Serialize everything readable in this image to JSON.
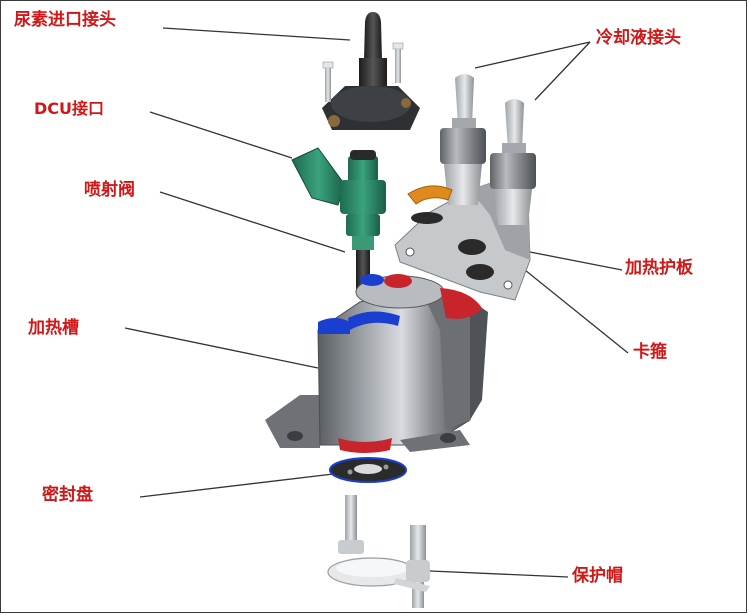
{
  "labels": {
    "urea_inlet_connector": "尿素进口接头",
    "dcu_connector": "DCU接口",
    "injection_valve": "喷射阀",
    "heating_tank": "加热槽",
    "seal_disc": "密封盘",
    "coolant_connector": "冷却液接头",
    "heating_guard_plate": "加热护板",
    "clip": "卡箍",
    "protective_cap": "保护帽"
  },
  "colors": {
    "label_text": "#d01818",
    "leader_line": "#333333",
    "injector_green": "#2e8b6a",
    "seal_red": "#c8242c",
    "seal_blue": "#1a3fd0",
    "clip_orange": "#e08a1e",
    "metal_gray": "#8a8e92",
    "dark_part": "#2f2f2f"
  }
}
